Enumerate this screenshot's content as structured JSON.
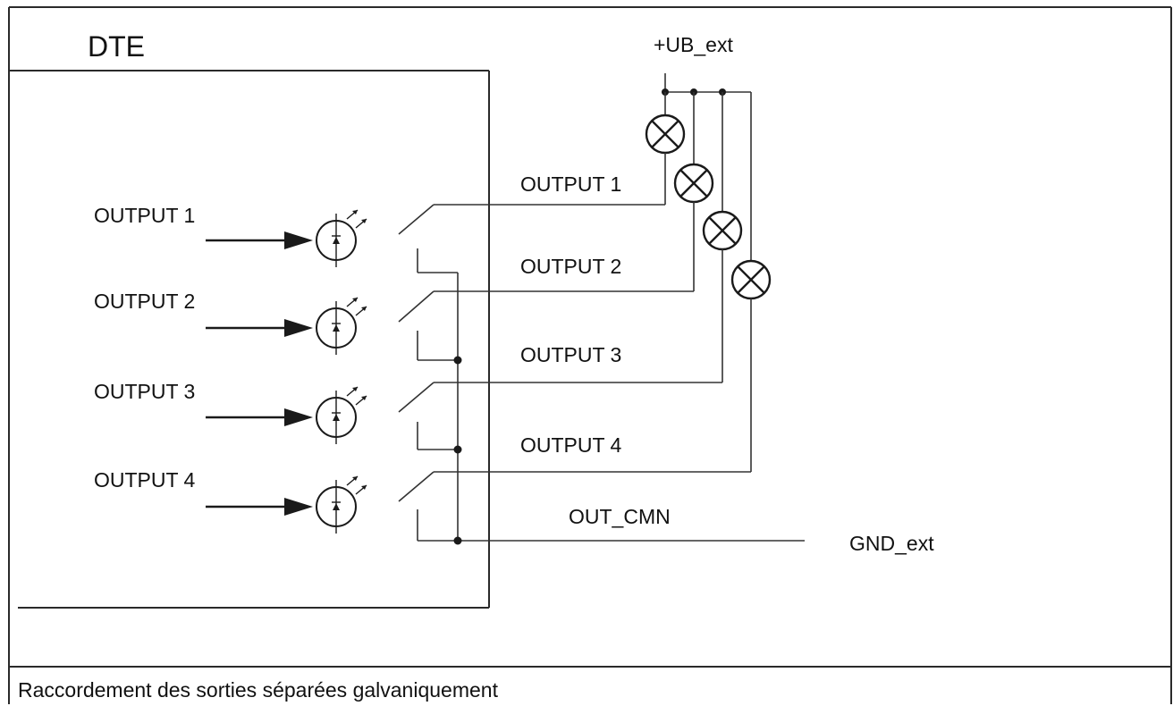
{
  "diagram": {
    "device_title": "DTE",
    "supply_label": "+UB_ext",
    "ground_label": "GND_ext",
    "common_label": "OUT_CMN",
    "input_labels": [
      "OUTPUT 1",
      "OUTPUT 2",
      "OUTPUT 3",
      "OUTPUT 4"
    ],
    "line_labels": [
      "OUTPUT 1",
      "OUTPUT 2",
      "OUTPUT 3",
      "OUTPUT 4"
    ],
    "caption": "Raccordement des sorties séparées galvaniquement"
  },
  "icons": {
    "lamp": "lamp-icon",
    "optocoupler": "led-optocoupler-icon",
    "arrow": "signal-arrow-icon",
    "switch": "relay-switch-icon",
    "junction": "junction-dot-icon"
  },
  "colors": {
    "line": "#333333",
    "text": "#111111",
    "background": "#ffffff"
  }
}
